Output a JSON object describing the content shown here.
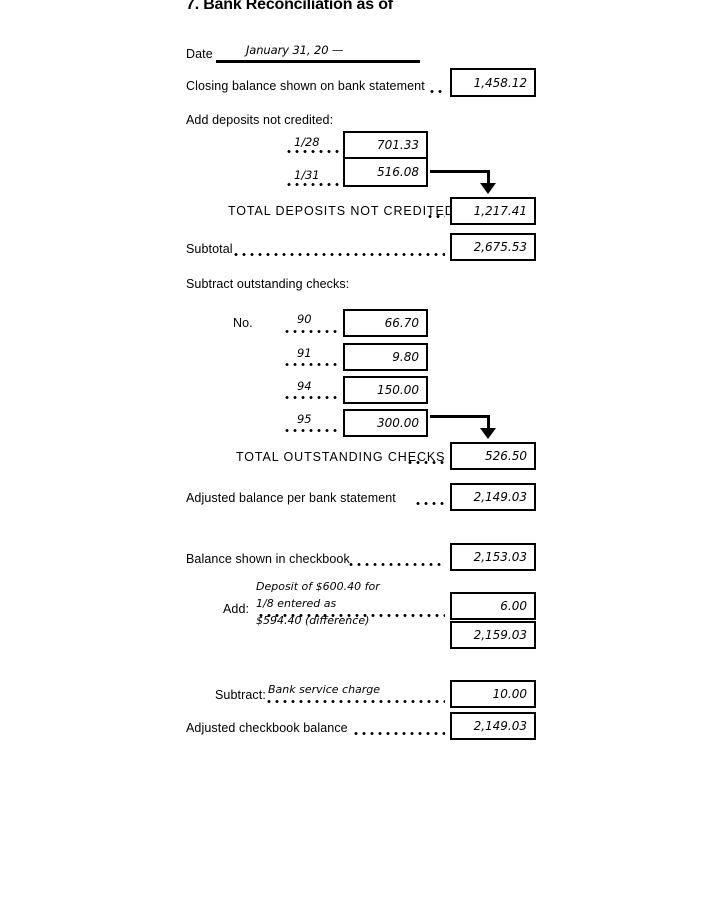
{
  "form": {
    "title": "7. Bank Reconciliation as of",
    "date_label": "Date",
    "date_value": "January 31, 20 —"
  },
  "bank_side": {
    "closing_balance_label": "Closing balance shown on bank statement",
    "closing_balance_value": "1,458.12",
    "deposits_heading": "Add deposits not credited:",
    "deposits": [
      {
        "date": "1/28",
        "amount": "701.33"
      },
      {
        "date": "1/31",
        "amount": "516.08"
      }
    ],
    "total_deposits_label": "TOTAL DEPOSITS NOT CREDITED",
    "total_deposits_value": "1,217.41",
    "subtotal_label": "Subtotal",
    "subtotal_value": "2,675.53",
    "checks_heading": "Subtract outstanding checks:",
    "checks_no_label": "No.",
    "checks": [
      {
        "number": "90",
        "amount": "66.70"
      },
      {
        "number": "91",
        "amount": "9.80"
      },
      {
        "number": "94",
        "amount": "150.00"
      },
      {
        "number": "95",
        "amount": "300.00"
      }
    ],
    "total_checks_label": "TOTAL OUTSTANDING CHECKS",
    "total_checks_value": "526.50",
    "adjusted_bank_label": "Adjusted balance per bank statement",
    "adjusted_bank_value": "2,149.03"
  },
  "checkbook_side": {
    "checkbook_balance_label": "Balance shown in checkbook",
    "checkbook_balance_value": "2,153.03",
    "add_label": "Add:",
    "add_note_line1": "Deposit of $600.40 for",
    "add_note_line2": "1/8 entered as",
    "add_note_line3": "$594.40 (difference)",
    "add_value": "6.00",
    "add_running_total": "2,159.03",
    "subtract_label": "Subtract:",
    "subtract_note": "Bank service charge",
    "subtract_value": "10.00",
    "adjusted_checkbook_label": "Adjusted checkbook balance",
    "adjusted_checkbook_value": "2,149.03"
  }
}
